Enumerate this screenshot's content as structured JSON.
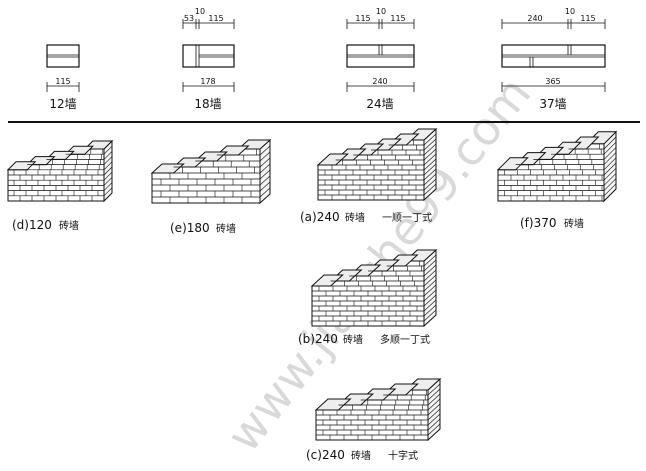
{
  "sections": [
    {
      "name": "12墙",
      "dims": {
        "top_left": "",
        "top_mid": "",
        "top_right": "",
        "bottom": "115"
      }
    },
    {
      "name": "18墙",
      "dims": {
        "top_left": "53",
        "top_mid": "10",
        "top_right": "115",
        "bottom": "178"
      }
    },
    {
      "name": "24墙",
      "dims": {
        "top_left": "115",
        "top_mid": "10",
        "top_right": "115",
        "bottom": "240"
      }
    },
    {
      "name": "37墙",
      "dims": {
        "top_left": "240",
        "top_mid": "10",
        "top_right": "115",
        "bottom": "365"
      }
    }
  ],
  "walls": {
    "d": {
      "label": "(d)120",
      "suffix": "砖墙"
    },
    "e": {
      "label": "(e)180",
      "suffix": "砖墙"
    },
    "a": {
      "label": "(a)240",
      "suffix": "砖墙",
      "note": "一顺一丁式"
    },
    "f": {
      "label": "(f)370",
      "suffix": "砖墙"
    },
    "b": {
      "label": "(b)240",
      "suffix": "砖墙",
      "note": "多顺一丁式"
    },
    "c": {
      "label": "(c)240",
      "suffix": "砖墙",
      "note": "十字式"
    }
  },
  "watermark": "www.jianshe99.com"
}
